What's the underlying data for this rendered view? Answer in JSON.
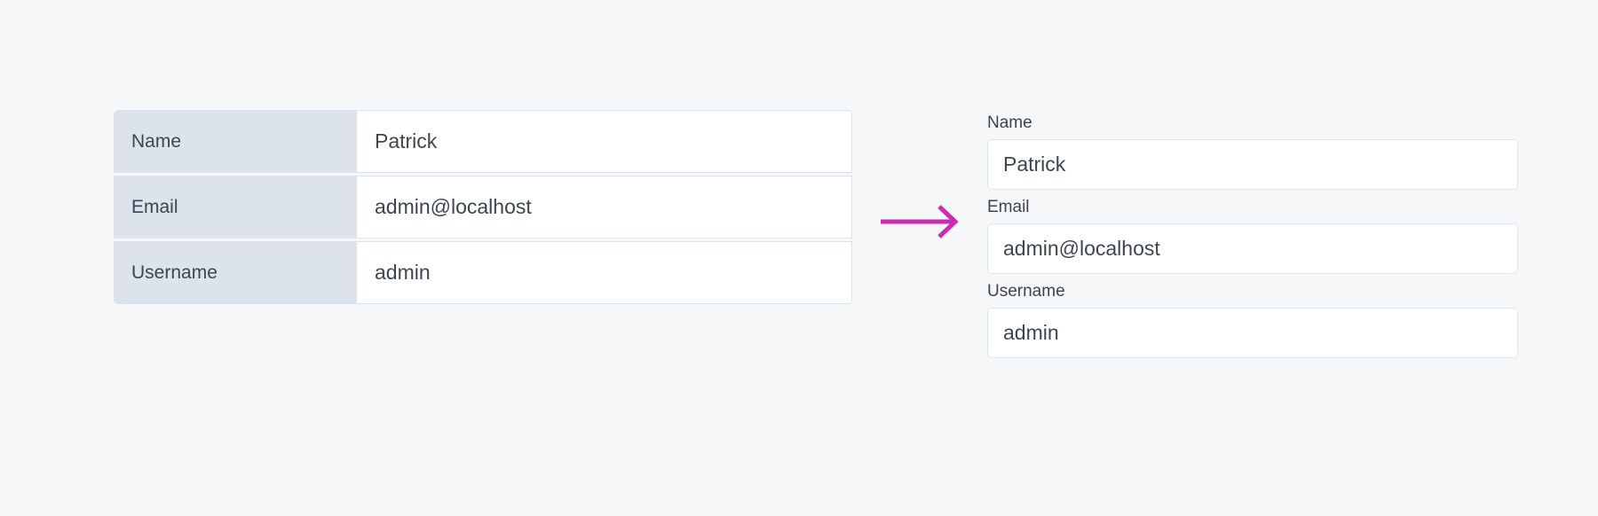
{
  "background_color": "#f6f7f9",
  "left_table": {
    "name": "definition-table",
    "label_cell_bg": "#dde3ec",
    "value_cell_bg": "#ffffff",
    "text_color": "#3f4550",
    "rows": [
      {
        "label": "Name",
        "value": "Patrick"
      },
      {
        "label": "Email",
        "value": "admin@localhost"
      },
      {
        "label": "Username",
        "value": "admin"
      }
    ]
  },
  "arrow": {
    "name": "transform-arrow",
    "color": "#cc2bb4",
    "direction": "right"
  },
  "right_form": {
    "name": "stacked-form",
    "border_color": "#dfe5ee",
    "fields": [
      {
        "label": "Name",
        "value": "Patrick",
        "placeholder": ""
      },
      {
        "label": "Email",
        "value": "admin@localhost",
        "placeholder": ""
      },
      {
        "label": "Username",
        "value": "admin",
        "placeholder": ""
      }
    ]
  }
}
